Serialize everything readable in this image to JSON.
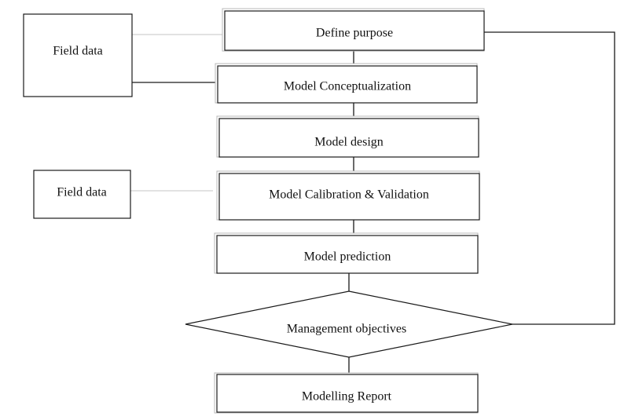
{
  "diagram": {
    "steps": [
      {
        "id": "define",
        "label": "Define purpose"
      },
      {
        "id": "conceptualization",
        "label": "Model Conceptualization"
      },
      {
        "id": "design",
        "label": "Model design"
      },
      {
        "id": "calibration",
        "label": "Model Calibration & Validation"
      },
      {
        "id": "prediction",
        "label": "Model prediction"
      },
      {
        "id": "objectives",
        "label": "Management objectives"
      },
      {
        "id": "report",
        "label": "Modelling Report"
      }
    ],
    "inputs": [
      {
        "id": "field-data-1",
        "label": "Field data"
      },
      {
        "id": "field-data-2",
        "label": "Field data"
      }
    ]
  }
}
